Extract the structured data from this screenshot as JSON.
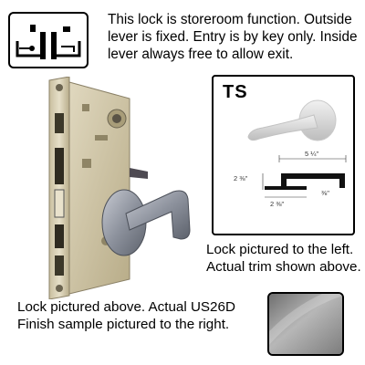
{
  "description": {
    "lines": [
      "This lock is storeroom function. Outside",
      "lever is fixed. Entry is by key only. Inside",
      "lever always free to allow exit."
    ]
  },
  "trim": {
    "title": "TS",
    "dimensions": {
      "projection": "5 ¼\"",
      "height": "2 ⅜\"",
      "base": "2 ⅜\"",
      "thickness": "⅜\""
    }
  },
  "captions": {
    "right": [
      "Lock pictured to the left.",
      "Actual trim shown above."
    ],
    "bottom": [
      "Lock pictured above. Actual US26D",
      "Finish sample pictured to the right."
    ]
  },
  "icons": {
    "function": "storeroom-function-icon",
    "lever": "lever-handle-icon",
    "finish": "satin-chrome-finish-swatch"
  },
  "colors": {
    "finish": "#9a9a9a",
    "lock_body": "#d8cfb4"
  }
}
